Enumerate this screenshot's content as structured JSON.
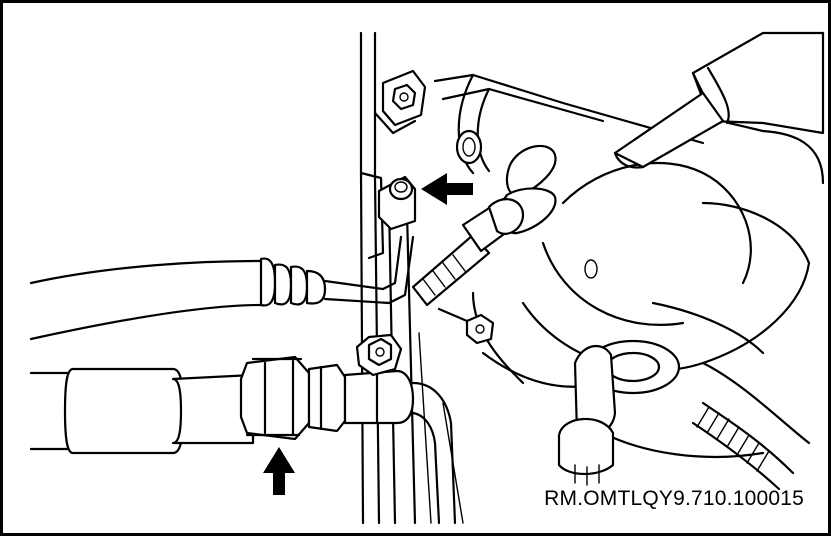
{
  "figure": {
    "reference_code": "RM.OMTLQY9.710.100015",
    "colors": {
      "line": "#000000",
      "background": "#ffffff"
    },
    "callouts": [
      {
        "icon": "arrow-left-icon",
        "points_to": "bracket-bolt"
      },
      {
        "icon": "arrow-up-icon",
        "points_to": "hose-fitting-nut"
      }
    ]
  }
}
